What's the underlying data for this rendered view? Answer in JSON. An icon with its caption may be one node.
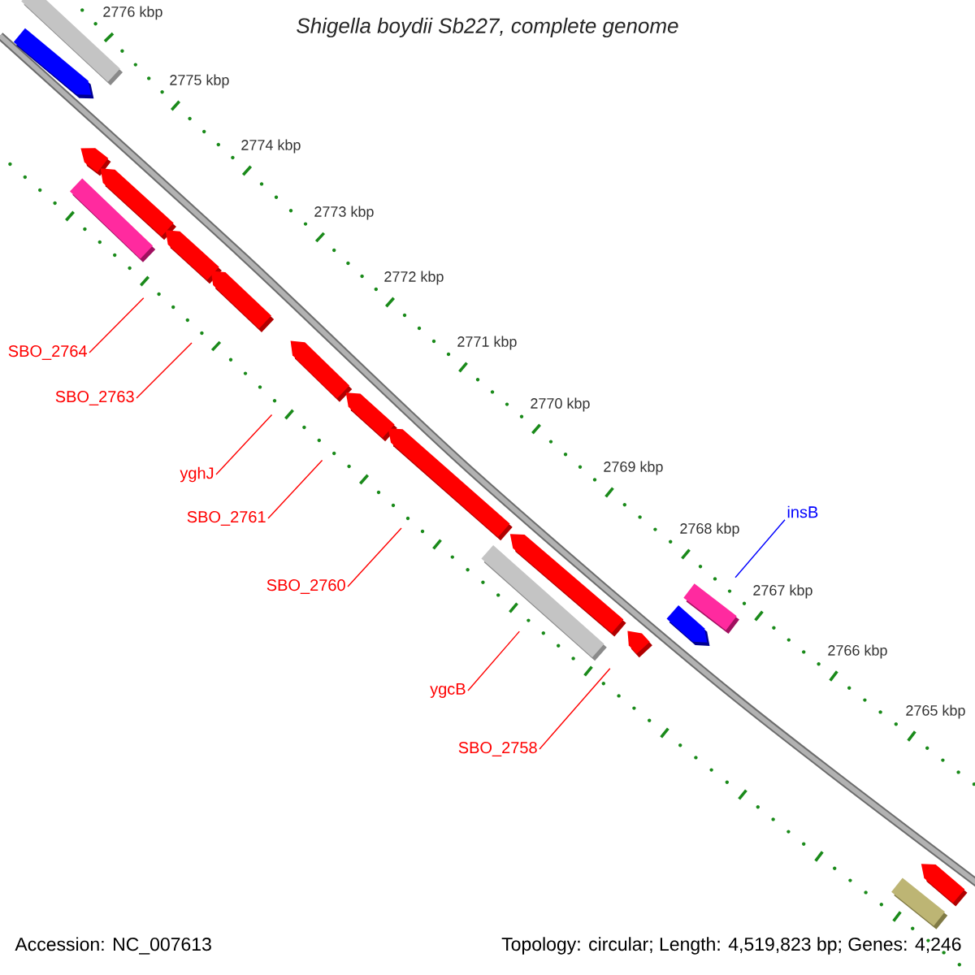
{
  "diagram": {
    "title": "Shigella boydii Sb227, complete genome",
    "nodes": [
      {
        "text": [
          "SBO_2764"
        ]
      },
      {
        "text": [
          "SBO_2763"
        ]
      },
      {
        "text": [
          "yghJ"
        ]
      },
      {
        "text": [
          "insB"
        ]
      },
      {
        "text": [
          "SBO_2761"
        ]
      },
      {
        "text": [
          "SBO_2760"
        ]
      },
      {
        "text": [
          "ygcB"
        ]
      },
      {
        "text": [
          "SBO_2758"
        ]
      },
      {
        "text": [],
        "shape": "pentagon"
      },
      {
        "text": [],
        "shape": "box"
      },
      {
        "text": [],
        "shape": "pentagon"
      },
      {
        "text": [],
        "shape": "box"
      },
      {
        "text": [],
        "shape": "pentagon"
      },
      {
        "text": [],
        "shape": "pentagon"
      },
      {
        "text": [],
        "shape": "pentagon"
      },
      {
        "text": [],
        "shape": "pentagon"
      },
      {
        "text": [],
        "shape": "pentagon"
      },
      {
        "text": [],
        "shape": "pentagon"
      },
      {
        "text": [],
        "shape": "box"
      },
      {
        "text": [],
        "shape": "pentagon"
      },
      {
        "text": [],
        "shape": "pentagon"
      },
      {
        "text": [],
        "shape": "pentagon"
      },
      {
        "text": [],
        "shape": "box"
      },
      {
        "text": [],
        "shape": "box"
      },
      {
        "text": [],
        "shape": "pentagon"
      }
    ],
    "edges": [
      {
        "from": 0,
        "to": 13,
        "arrow": "none"
      },
      {
        "from": 1,
        "to": 14,
        "arrow": "none"
      },
      {
        "from": 2,
        "to": 15,
        "arrow": "none"
      },
      {
        "from": 3,
        "to": 22,
        "arrow": "none",
        "color": "#0000ff"
      },
      {
        "from": 4,
        "to": 16,
        "arrow": "none"
      },
      {
        "from": 5,
        "to": 17,
        "arrow": "none"
      },
      {
        "from": 6,
        "to": 19,
        "arrow": "none"
      },
      {
        "from": 7,
        "to": 20,
        "arrow": "none"
      }
    ],
    "labels": [
      "2776 kbp",
      "2775 kbp",
      "2774 kbp",
      "2773 kbp",
      "2772 kbp",
      "2771 kbp",
      "2770 kbp",
      "2769 kbp",
      "2768 kbp",
      "2767 kbp",
      "2766 kbp",
      "2765 kbp",
      "Accession: NC_007613",
      "Topology: circular; Length: 4,519,823 bp; Genes: 4,246"
    ]
  }
}
